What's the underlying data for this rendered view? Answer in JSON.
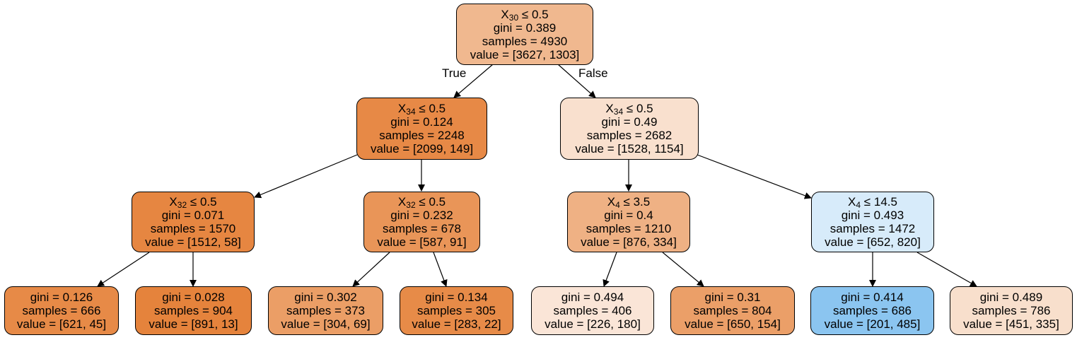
{
  "tree": {
    "nodes": {
      "root": {
        "feature": "X",
        "index": "30",
        "op": "≤",
        "threshold": "0.5",
        "gini": "gini = 0.389",
        "samples": "samples = 4930",
        "value": "value = [3627, 1303]",
        "fill": "#f0b88f"
      },
      "n1": {
        "feature": "X",
        "index": "34",
        "op": "≤",
        "threshold": "0.5",
        "gini": "gini = 0.124",
        "samples": "samples = 2248",
        "value": "value = [2099, 149]",
        "fill": "#e78946"
      },
      "n2": {
        "feature": "X",
        "index": "34",
        "op": "≤",
        "threshold": "0.5",
        "gini": "gini = 0.49",
        "samples": "samples = 2682",
        "value": "value = [1528, 1154]",
        "fill": "#f9e0ce"
      },
      "n3": {
        "feature": "X",
        "index": "32",
        "op": "≤",
        "threshold": "0.5",
        "gini": "gini = 0.071",
        "samples": "samples = 1570",
        "value": "value = [1512, 58]",
        "fill": "#e68641"
      },
      "n4": {
        "feature": "X",
        "index": "32",
        "op": "≤",
        "threshold": "0.5",
        "gini": "gini = 0.232",
        "samples": "samples = 678",
        "value": "value = [587, 91]",
        "fill": "#e99558"
      },
      "n5": {
        "feature": "X",
        "index": "4",
        "op": "≤",
        "threshold": "3.5",
        "gini": "gini = 0.4",
        "samples": "samples = 1210",
        "value": "value = [876, 334]",
        "fill": "#efb184"
      },
      "n6": {
        "feature": "X",
        "index": "4",
        "op": "≤",
        "threshold": "14.5",
        "gini": "gini = 0.493",
        "samples": "samples = 1472",
        "value": "value = [652, 820]",
        "fill": "#d7ebfa"
      },
      "l1": {
        "gini": "gini = 0.126",
        "samples": "samples = 666",
        "value": "value = [621, 45]",
        "fill": "#e78a47"
      },
      "l2": {
        "gini": "gini = 0.028",
        "samples": "samples = 904",
        "value": "value = [891, 13]",
        "fill": "#e5833c"
      },
      "l3": {
        "gini": "gini = 0.302",
        "samples": "samples = 373",
        "value": "value = [304, 69]",
        "fill": "#eb9e66"
      },
      "l4": {
        "gini": "gini = 0.134",
        "samples": "samples = 305",
        "value": "value = [283, 22]",
        "fill": "#e78b48"
      },
      "l5": {
        "gini": "gini = 0.494",
        "samples": "samples = 406",
        "value": "value = [226, 180]",
        "fill": "#fae5d7"
      },
      "l6": {
        "gini": "gini = 0.31",
        "samples": "samples = 804",
        "value": "value = [650, 154]",
        "fill": "#eb9f68"
      },
      "l7": {
        "gini": "gini = 0.414",
        "samples": "samples = 686",
        "value": "value = [201, 485]",
        "fill": "#8bc5f0"
      },
      "l8": {
        "gini": "gini = 0.489",
        "samples": "samples = 786",
        "value": "value = [451, 335]",
        "fill": "#f8dfcc"
      }
    },
    "edge_labels": {
      "true_label": "True",
      "false_label": "False"
    }
  }
}
